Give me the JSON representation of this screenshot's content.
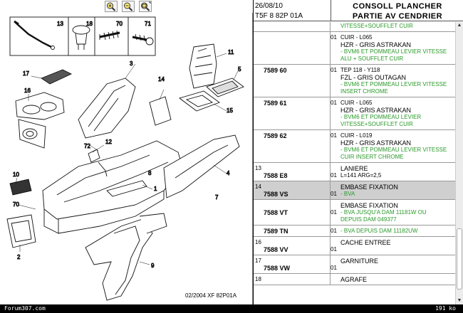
{
  "toolbar": {
    "icons": [
      "zoom-in-icon",
      "zoom-out-icon",
      "zoom-fit-icon"
    ]
  },
  "diagram": {
    "caption": "02/2004   XF 82P01A",
    "callouts": [
      "13",
      "18",
      "70",
      "71",
      "3",
      "11",
      "17",
      "16",
      "14",
      "5",
      "15",
      "1",
      "12",
      "72",
      "4",
      "8",
      "10",
      "2",
      "70",
      "9",
      "7"
    ]
  },
  "header": {
    "date": "26/08/10",
    "code": "T5F 8 82P 01A",
    "title_line1": "CONSOLL PLANCHER",
    "title_line2": "PARTIE AV   CENDRIER"
  },
  "rows": [
    {
      "ref": "",
      "pn": "",
      "lines": [
        {
          "qty": "",
          "text": "VITESSE+SOUFFLET CUIR",
          "green": true
        }
      ]
    },
    {
      "ref": "",
      "pn": "",
      "lines": [
        {
          "qty": "01",
          "text": "CUIR - L065",
          "green": false
        },
        {
          "qty": "",
          "text": "HZR - GRIS ASTRAKAN",
          "green": false
        },
        {
          "qty": "",
          "text": "- BVM6 ET POMMEAU LEVIER VITESSE",
          "green": true
        },
        {
          "qty": "",
          "text": "ALU + SOUFFLET CUIR",
          "green": true
        }
      ]
    },
    {
      "ref": "",
      "pn": "7589 60",
      "lines": [
        {
          "qty": "01",
          "text": "TEP 118 - Y118",
          "green": false
        },
        {
          "qty": "",
          "text": "FZL - GRIS OUTAGAN",
          "green": false
        },
        {
          "qty": "",
          "text": "- BVM6 ET POMMEAU LEVIER VITESSE",
          "green": true
        },
        {
          "qty": "",
          "text": "INSERT CHROME",
          "green": true
        }
      ]
    },
    {
      "ref": "",
      "pn": "7589 61",
      "lines": [
        {
          "qty": "01",
          "text": "CUIR - L065",
          "green": false
        },
        {
          "qty": "",
          "text": "HZR - GRIS ASTRAKAN",
          "green": false
        },
        {
          "qty": "",
          "text": "- BVM6 ET POMMEAU LEVIER",
          "green": true
        },
        {
          "qty": "",
          "text": "VITESSE+SOUFFLET CUIR",
          "green": true
        }
      ]
    },
    {
      "ref": "",
      "pn": "7589 62",
      "lines": [
        {
          "qty": "01",
          "text": "CUIR - L019",
          "green": false
        },
        {
          "qty": "",
          "text": "HZR - GRIS ASTRAKAN",
          "green": false
        },
        {
          "qty": "",
          "text": "- BVM6 ET POMMEAU LEVIER VITESSE",
          "green": true
        },
        {
          "qty": "",
          "text": "CUIR INSERT CHROME",
          "green": true
        }
      ]
    },
    {
      "ref": "13",
      "pn": "7588 E8",
      "lines": [
        {
          "qty": "",
          "text": "LANIERE",
          "green": false
        },
        {
          "qty": "01",
          "text": "L=141  ARG=2,5",
          "green": false
        }
      ]
    },
    {
      "ref": "14",
      "pn": "7588 VS",
      "sel": true,
      "lines": [
        {
          "qty": "",
          "text": "EMBASE FIXATION",
          "green": false
        },
        {
          "qty": "01",
          "text": "- BVA",
          "green": true
        }
      ]
    },
    {
      "ref": "",
      "pn": "7588 VT",
      "lines": [
        {
          "qty": "",
          "text": "EMBASE FIXATION",
          "green": false
        },
        {
          "qty": "01",
          "text": "- BVA JUSQU'A DAM 11181W OU",
          "green": true
        },
        {
          "qty": "",
          "text": "DEPUIS DAM 049377",
          "green": true
        }
      ]
    },
    {
      "ref": "",
      "pn": "7589 TN",
      "lines": [
        {
          "qty": "01",
          "text": "- BVA DEPUIS DAM 11182UW",
          "green": true
        }
      ]
    },
    {
      "ref": "16",
      "pn": "7588 VV",
      "lines": [
        {
          "qty": "",
          "text": "CACHE ENTREE",
          "green": false
        },
        {
          "qty": "01",
          "text": "",
          "green": false
        }
      ]
    },
    {
      "ref": "17",
      "pn": "7588 VW",
      "lines": [
        {
          "qty": "",
          "text": "GARNITURE",
          "green": false
        },
        {
          "qty": "01",
          "text": "",
          "green": false
        }
      ]
    },
    {
      "ref": "18",
      "pn": "",
      "lines": [
        {
          "qty": "",
          "text": "AGRAFE",
          "green": false
        }
      ]
    }
  ],
  "status": {
    "left": "Forum307.com",
    "right": "191 ko"
  }
}
